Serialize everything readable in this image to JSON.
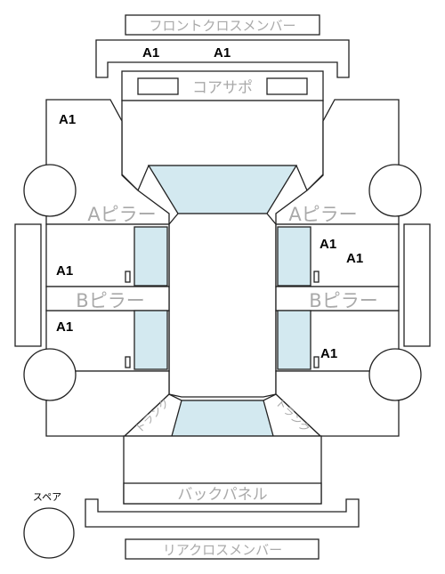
{
  "labels": {
    "front_cross_member": "フロントクロスメンバー",
    "core_support": "コアサポ",
    "a_pillar_left": "Aピラー",
    "a_pillar_right": "Aピラー",
    "b_pillar_left": "Bピラー",
    "b_pillar_right": "Bピラー",
    "trunk_left": "トランク",
    "trunk_right": "トランク",
    "back_panel": "バックパネル",
    "rear_cross_member": "リアクロスメンバー",
    "spare": "スペア"
  },
  "marks": {
    "front_cross_left": "A1",
    "front_cross_right": "A1",
    "front_left_fender": "A1",
    "front_right_door_1": "A1",
    "front_right_door_2": "A1",
    "front_left_door": "A1",
    "rear_left_door": "A1",
    "rear_right_door": "A1"
  },
  "colors": {
    "glass": "#d3e9f0",
    "outline": "#222222",
    "label_gray": "#a9a9a9",
    "mark": "#000000"
  }
}
